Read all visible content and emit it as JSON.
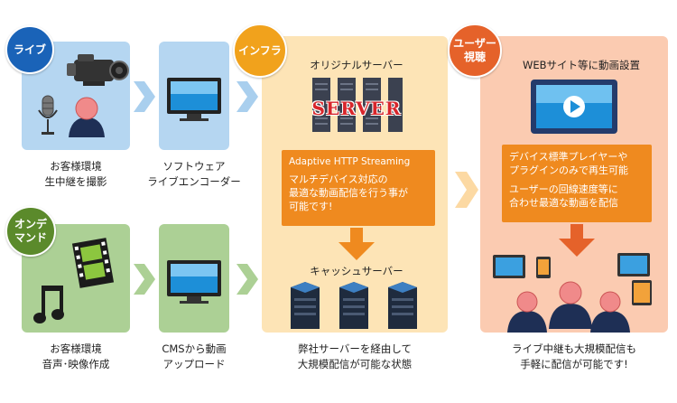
{
  "labels": {
    "live": "ライブ",
    "ondemand_1": "オンデ",
    "ondemand_2": "マンド",
    "infra": "インフラ",
    "user_1": "ユーザー",
    "user_2": "視聴"
  },
  "live_row": {
    "capture_line1": "お客様環境",
    "capture_line2": "生中継を撮影",
    "encoder_line1": "ソフトウェア",
    "encoder_line2": "ライブエンコーダー"
  },
  "ondemand_row": {
    "create_line1": "お客様環境",
    "create_line2": "音声･映像作成",
    "upload_line1": "CMSから動画",
    "upload_line2": "アップロード"
  },
  "infra": {
    "origin_title": "オリジナルサーバー",
    "server_text": "SERVER",
    "streaming_title": "Adaptive HTTP Streaming",
    "streaming_line1": "マルチデバイス対応の",
    "streaming_line2": "最適な動画配信を行う事が",
    "streaming_line3": "可能です!",
    "cache_title": "キャッシュサーバー",
    "caption_line1": "弊社サーバーを経由して",
    "caption_line2": "大規模配信が可能な状態"
  },
  "user": {
    "web_title": "WEBサイト等に動画設置",
    "info_line1": "デバイス標準プレイヤーや",
    "info_line2": "プラグインのみで再生可能",
    "info_line3": "ユーザーの回線速度等に",
    "info_line4": "合わせ最適な動画を配信",
    "caption_line1": "ライブ中継も大規模配信も",
    "caption_line2": "手軽に配信が可能です!"
  },
  "colors": {
    "live_blue": "#1a63b8",
    "ondemand_green": "#5b8a2b",
    "infra_orange": "#f1a21c",
    "user_orange": "#e5622a",
    "blue_panel": "#a9cfee",
    "green_panel": "#a5cb8a",
    "infra_panel": "#fce2b3",
    "user_panel": "#f9c8ad"
  }
}
